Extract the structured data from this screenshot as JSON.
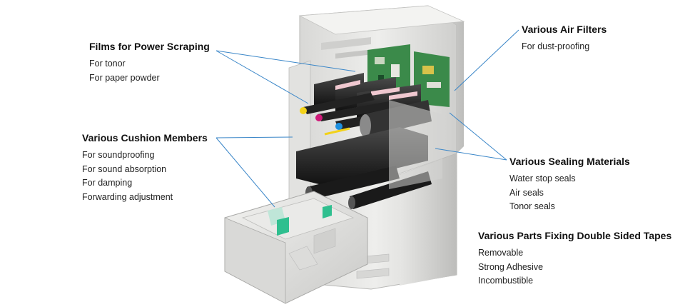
{
  "colors": {
    "leader_line": "#3a86c8",
    "cyan_toner": "#1e90e0",
    "magenta_toner": "#d01a7a",
    "yellow_toner": "#f2d21a",
    "green_part": "#2fbf8f",
    "pcb_green": "#3b8a4a"
  },
  "callouts": {
    "films": {
      "title": "Films for Power Scraping",
      "items": [
        "For tonor",
        "For paper powder"
      ]
    },
    "cushion": {
      "title": "Various Cushion Members",
      "items": [
        "For soundproofing",
        "For sound absorption",
        "For damping",
        "Forwarding adjustment"
      ]
    },
    "air": {
      "title": "Various Air Filters",
      "items": [
        "For dust-proofing"
      ]
    },
    "seal": {
      "title": "Various Sealing Materials",
      "items": [
        "Water stop seals",
        "Air seals",
        "Tonor seals"
      ]
    },
    "tapes": {
      "title": "Various Parts Fixing Double Sided Tapes",
      "items": [
        "Removable",
        "Strong Adhesive",
        "Incombustible"
      ]
    }
  }
}
